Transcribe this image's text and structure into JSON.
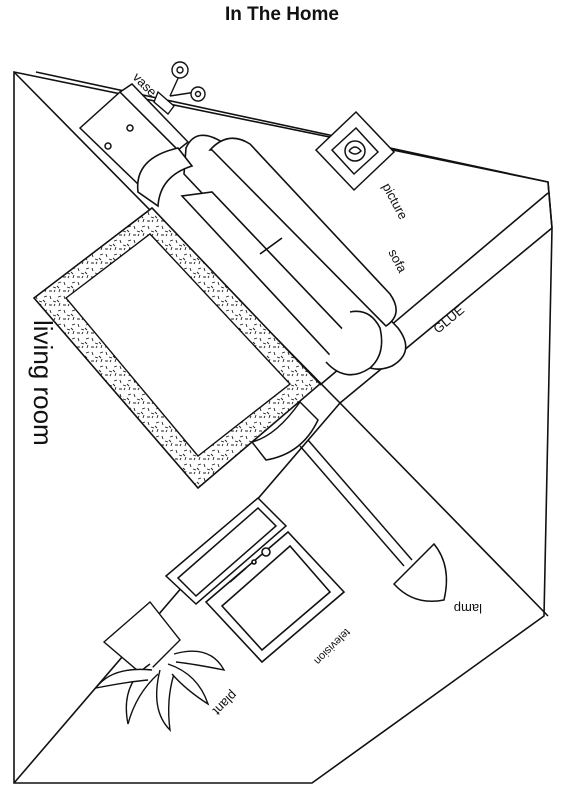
{
  "title": "In The Home",
  "room_label": "living room",
  "glue_label": "GLUE",
  "items": {
    "vase": "vase",
    "picture": "picture",
    "sofa": "sofa",
    "lamp": "lamp",
    "television": "television",
    "plant": "plant"
  }
}
